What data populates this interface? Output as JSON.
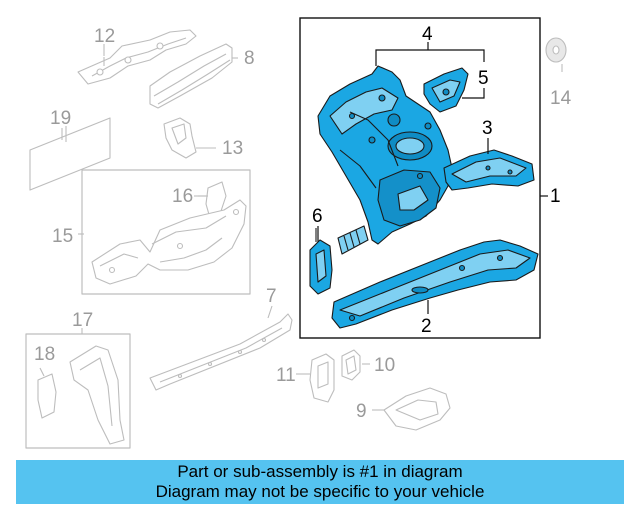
{
  "diagram": {
    "callouts": {
      "c1": "1",
      "c2": "2",
      "c3": "3",
      "c4": "4",
      "c5": "5",
      "c6": "6",
      "c7": "7",
      "c8": "8",
      "c9": "9",
      "c10": "10",
      "c11": "11",
      "c12": "12",
      "c13": "13",
      "c14": "14",
      "c15": "15",
      "c16": "16",
      "c17": "17",
      "c18": "18",
      "c19": "19"
    },
    "colors": {
      "highlight": "#1ba7e3",
      "highlight_light": "#7fd0f2",
      "outline": "#1a1a1a",
      "gray_part": "#bfbfbf",
      "gray_text": "#9a9a9a",
      "banner": "#55c3f0"
    }
  },
  "banner": {
    "line1": "Part or sub-assembly is #1 in diagram",
    "line2": "Diagram may not be specific to your vehicle"
  }
}
